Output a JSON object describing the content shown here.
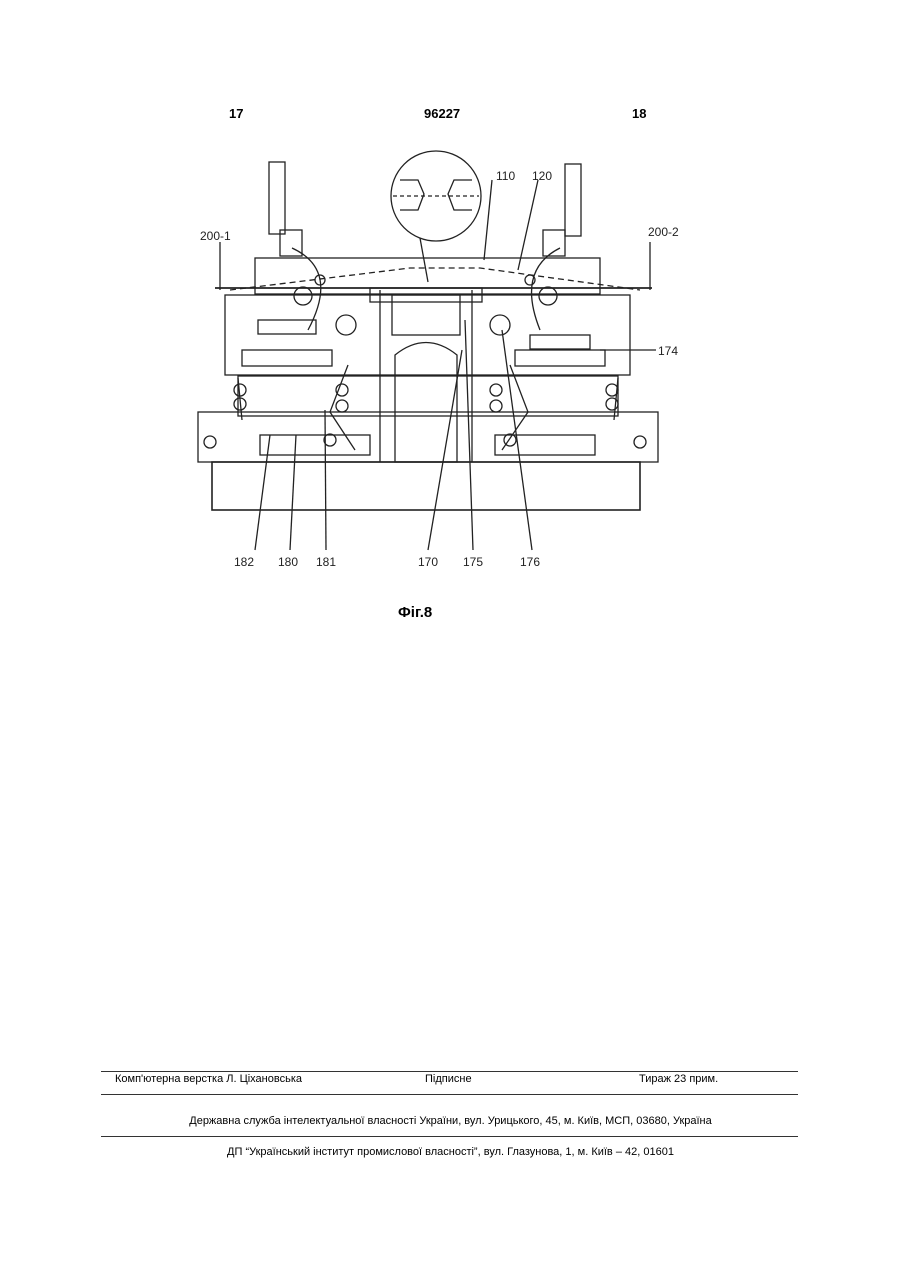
{
  "header": {
    "page_left": "17",
    "patent_number": "96227",
    "page_right": "18"
  },
  "figure": {
    "caption": "Фіг.8",
    "labels": {
      "l200_1": "200-1",
      "l200_2": "200-2",
      "l110": "110",
      "l120": "120",
      "l174": "174",
      "l182": "182",
      "l180": "180",
      "l181": "181",
      "l170": "170",
      "l175": "175",
      "l176": "176"
    }
  },
  "footer": {
    "layout": "Комп'ютерна верстка Л. Ціхановська",
    "signed": "Підписне",
    "circulation": "Тираж 23 прим.",
    "agency": "Державна служба інтелектуальної власності України, вул. Урицького, 45, м. Київ, МСП, 03680, Україна",
    "institute": "ДП “Український інститут промислової власності”, вул. Глазунова, 1, м. Київ – 42, 01601"
  }
}
